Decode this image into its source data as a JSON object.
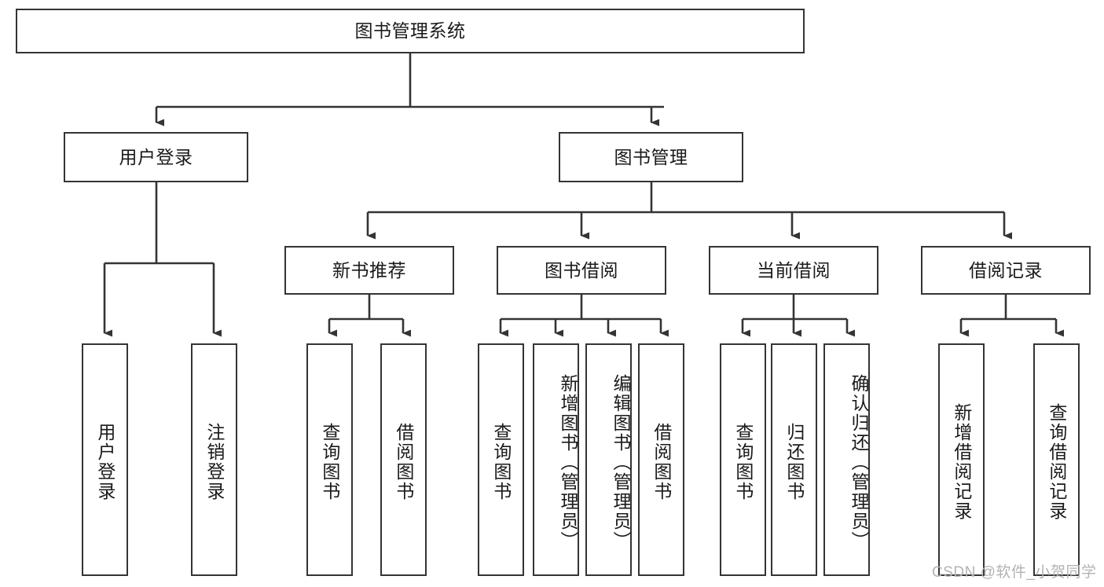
{
  "diagram": {
    "type": "tree-hierarchy",
    "title": "图书管理系统",
    "colors": {
      "border": "#343434",
      "background": "#ffffff",
      "text": "#1a1a1a",
      "watermark": "#b3b3b3"
    },
    "root": {
      "label": "图书管理系统"
    },
    "level2": [
      {
        "label": "用户登录"
      },
      {
        "label": "图书管理"
      }
    ],
    "level3": [
      {
        "label": "新书推荐"
      },
      {
        "label": "图书借阅"
      },
      {
        "label": "当前借阅"
      },
      {
        "label": "借阅记录"
      }
    ],
    "leaves": {
      "user_login": [
        {
          "label": "用户登录"
        },
        {
          "label": "注销登录"
        }
      ],
      "new_book_recommend": [
        {
          "label": "查询图书"
        },
        {
          "label": "借阅图书"
        }
      ],
      "book_borrow": [
        {
          "label": "查询图书"
        },
        {
          "label": "新增图书（管理员）"
        },
        {
          "label": "编辑图书（管理员）"
        },
        {
          "label": "借阅图书"
        }
      ],
      "current_borrow": [
        {
          "label": "查询图书"
        },
        {
          "label": "归还图书"
        },
        {
          "label": "确认归还（管理员）"
        }
      ],
      "borrow_record": [
        {
          "label": "新增借阅记录"
        },
        {
          "label": "查询借阅记录"
        }
      ]
    },
    "watermark": "CSDN @软件_小贺同学"
  }
}
